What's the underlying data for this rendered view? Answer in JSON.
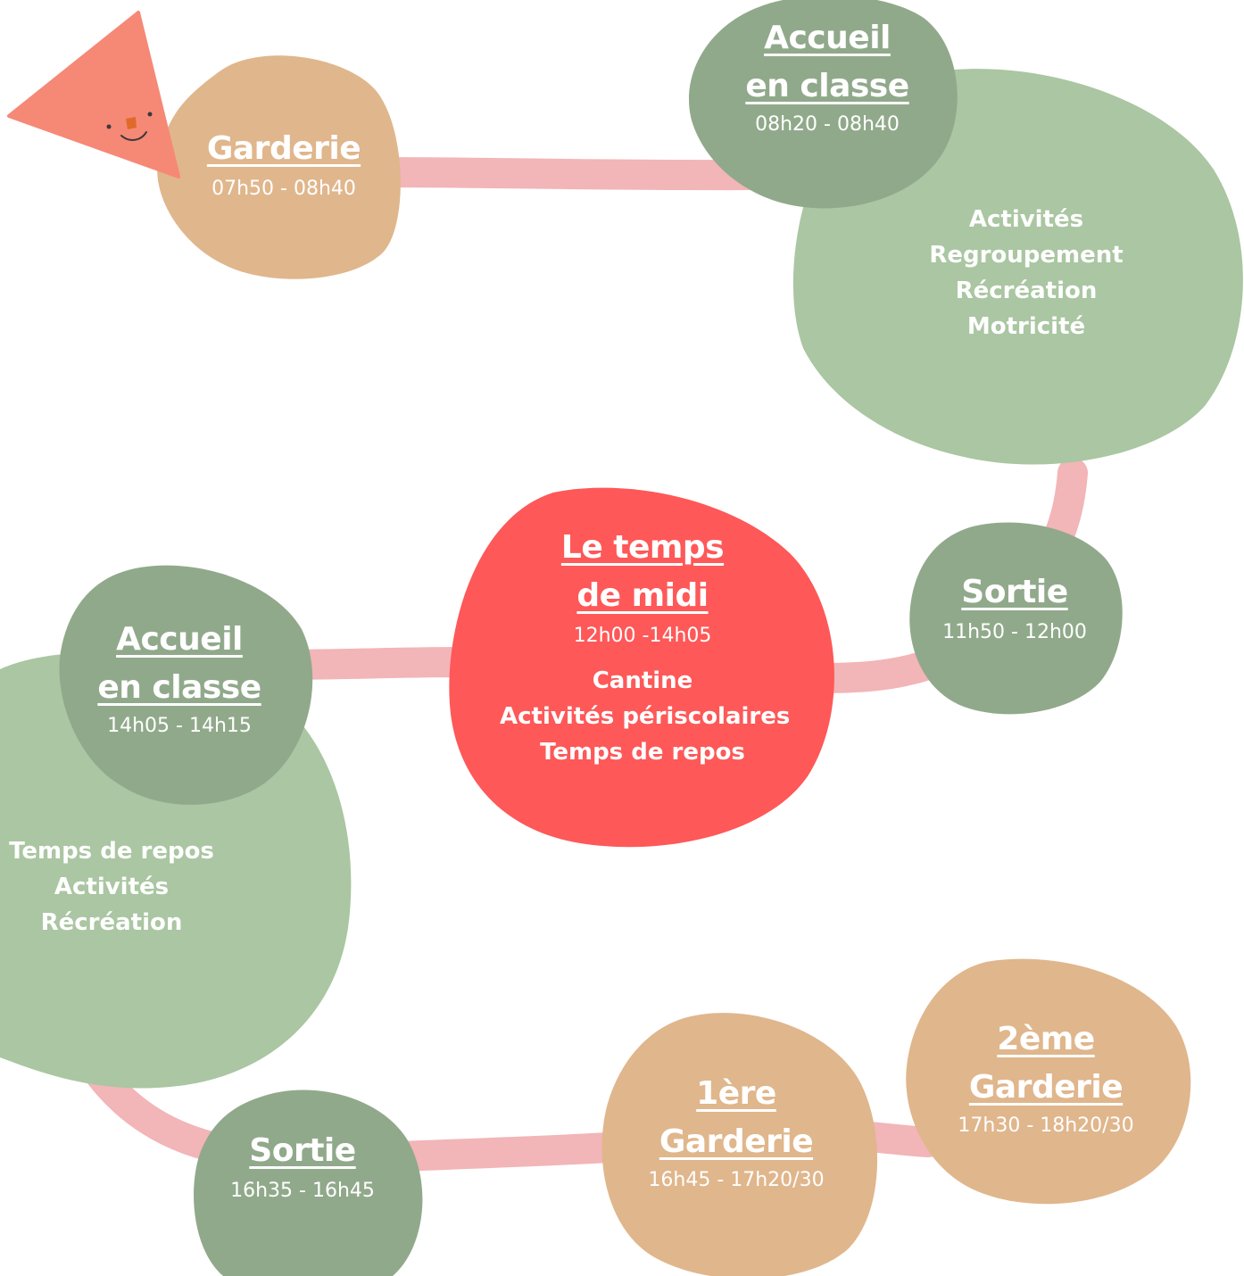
{
  "colors": {
    "background": "#ffffff",
    "path": "#f2b5b8",
    "garderie_blob": "#e0b68c",
    "accueil_blob": "#91a98b",
    "activity_blob": "#aac6a2",
    "midi_blob": "#fe5858",
    "triangle": "#f68876",
    "text": "#ffffff"
  },
  "mascot": {
    "icon": "smiling-triangle-icon"
  },
  "garderie_matin": {
    "title": "Garderie",
    "time": "07h50 - 08h40"
  },
  "accueil_matin": {
    "title_lines": [
      "Accueil",
      "en classe"
    ],
    "time": "08h20 - 08h40"
  },
  "matin_activites": [
    "Activités",
    "Regroupement",
    "Récréation",
    "Motricité"
  ],
  "sortie_matin": {
    "title": "Sortie",
    "time": "11h50 - 12h00"
  },
  "midi": {
    "title_lines": [
      "Le temps",
      "de midi"
    ],
    "time": "12h00 -14h05",
    "activities": [
      "Cantine",
      "Activités périscolaires",
      "Temps de repos"
    ]
  },
  "accueil_apres_midi": {
    "title_lines": [
      "Accueil",
      "en classe"
    ],
    "time": "14h05 - 14h15"
  },
  "apres_midi_activites": [
    "Temps de repos",
    "Activités",
    "Récréation"
  ],
  "sortie_soir": {
    "title": "Sortie",
    "time": "16h35 - 16h45"
  },
  "garderie_1": {
    "title_lines": [
      "1ère",
      "Garderie"
    ],
    "time": "16h45 - 17h20/30"
  },
  "garderie_2": {
    "title_lines": [
      "2ème",
      "Garderie"
    ],
    "time": "17h30 - 18h20/30"
  }
}
